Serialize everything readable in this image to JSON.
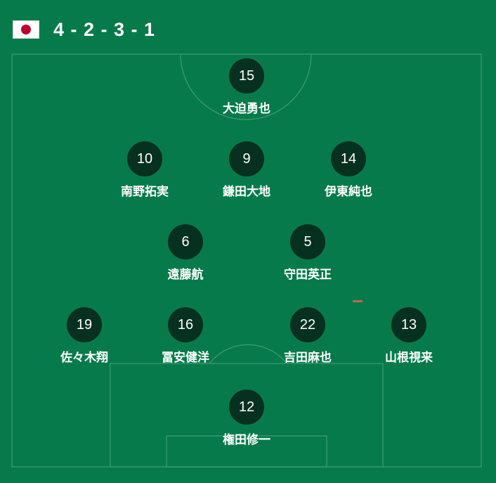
{
  "team": {
    "flag_icon": "japan-flag-icon",
    "flag_colors": {
      "field": "#ffffff",
      "sun": "#bc002d"
    },
    "formation": "4 - 2 - 3 - 1"
  },
  "colors": {
    "pitch": "#077a4b",
    "badge": "#06301f",
    "line": "#3a9a6e"
  },
  "players": {
    "p15": {
      "number": "15",
      "name": "大迫勇也"
    },
    "p10": {
      "number": "10",
      "name": "南野拓実"
    },
    "p9": {
      "number": "9",
      "name": "鎌田大地"
    },
    "p14": {
      "number": "14",
      "name": "伊東純也"
    },
    "p6": {
      "number": "6",
      "name": "遠藤航"
    },
    "p5": {
      "number": "5",
      "name": "守田英正"
    },
    "p19": {
      "number": "19",
      "name": "佐々木翔"
    },
    "p16": {
      "number": "16",
      "name": "冨安健洋"
    },
    "p22": {
      "number": "22",
      "name": "吉田麻也"
    },
    "p13": {
      "number": "13",
      "name": "山根視来"
    },
    "p12": {
      "number": "12",
      "name": "権田修一"
    }
  }
}
